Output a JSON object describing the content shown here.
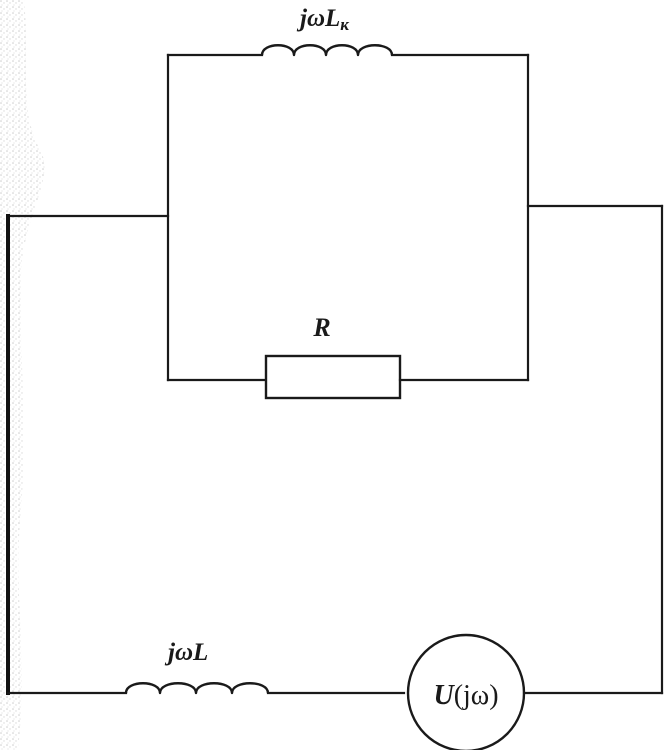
{
  "labels": {
    "inductor_top": {
      "main": "jωL",
      "sub": "к"
    },
    "resistor": "R",
    "inductor_bottom": "jωL",
    "source": {
      "main": "U",
      "arg": "(jω)"
    }
  }
}
